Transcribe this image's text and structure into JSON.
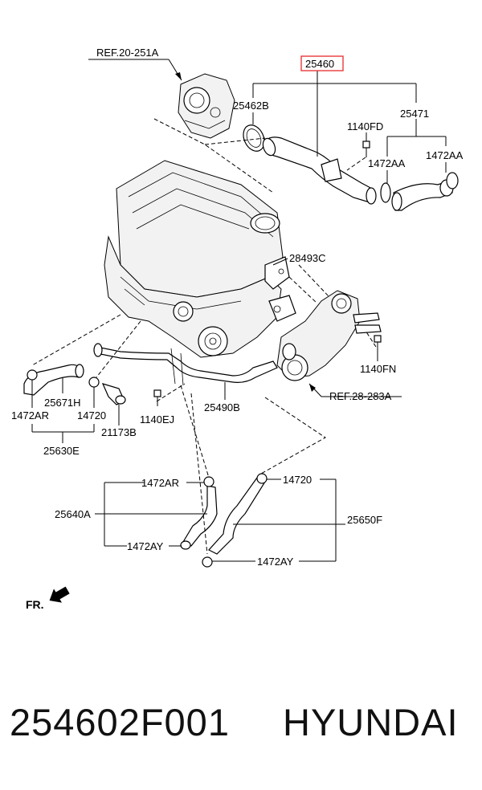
{
  "diagram": {
    "highlight_color": "#e83a3a",
    "labels": {
      "ref_20_251a": "REF.20-251A",
      "p25460": "25460",
      "p25462b": "25462B",
      "p25471": "25471",
      "p1140fd": "1140FD",
      "p1472aa_1": "1472AA",
      "p1472aa_2": "1472AA",
      "p28493c": "28493C",
      "p1140fn": "1140FN",
      "ref_28_283a": "REF.28-283A",
      "p25671h": "25671H",
      "p1472ar_1": "1472AR",
      "p14720_1": "14720",
      "p21173b": "21173B",
      "p1140ej": "1140EJ",
      "p25490b": "25490B",
      "p25630e": "25630E",
      "p1472ar_2": "1472AR",
      "p14720_2": "14720",
      "p25640a": "25640A",
      "p25650f": "25650F",
      "p1472ay_1": "1472AY",
      "p1472ay_2": "1472AY",
      "front": "FR."
    }
  },
  "footer": {
    "part_number": "254602F001",
    "brand": "HYUNDAI"
  }
}
